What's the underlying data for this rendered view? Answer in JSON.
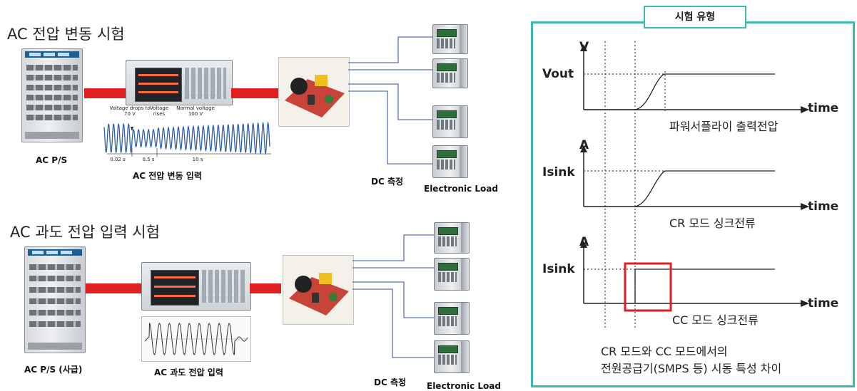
{
  "top": {
    "title": "AC 전압 변동 시험",
    "ps_label": "AC P/S",
    "input_label": "AC 전압 변동 입력",
    "dc_label": "DC 측정",
    "load_label": "Electronic Load",
    "ann_drop": "Voltage drops to 70 V",
    "ann_rise": "Voltage rises",
    "ann_normal": "Normal voltage 100 V",
    "t1": "0.02 s",
    "t2": "0.5 s",
    "t3": "10 s"
  },
  "bottom": {
    "title": "AC 과도 전압 입력 시험",
    "ps_label": "AC P/S (사급)",
    "input_label": "AC 과도 전압 입력",
    "dc_label": "DC 측정",
    "load_label": "Electronic Load"
  },
  "panel": {
    "tag": "시험 유형",
    "g1": {
      "axis": "V",
      "level": "Vout",
      "time": "time",
      "caption": "파워서플라이 출력전압"
    },
    "g2": {
      "axis": "A",
      "level": "Isink",
      "time": "time",
      "caption": "CR 모드 싱크전류"
    },
    "g3": {
      "axis": "A",
      "level": "Isink",
      "time": "time",
      "caption": "CC 모드 싱크전류"
    },
    "note_line1": "CR 모드와 CC 모드에서의",
    "note_line2": "전원공급기(SMPS 등) 시동 특성 차이"
  },
  "colors": {
    "accent": "#3cbab0",
    "highlight": "#e02020",
    "wave": "#2d5fb0"
  }
}
